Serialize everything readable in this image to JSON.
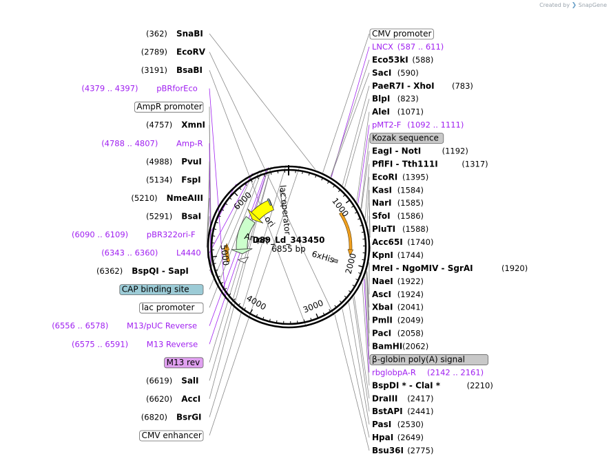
{
  "credit": {
    "created_by": "Created by",
    "brand": "SnapGene"
  },
  "plasmid": {
    "name": "D89_Ld_343450",
    "length_text": "6855 bp",
    "length_bp": 6855
  },
  "ticks": [
    {
      "bp": 1000,
      "label": "1000"
    },
    {
      "bp": 2000,
      "label": "2000"
    },
    {
      "bp": 3000,
      "label": "3000"
    },
    {
      "bp": 4000,
      "label": "4000"
    },
    {
      "bp": 5000,
      "label": "5000"
    },
    {
      "bp": 6000,
      "label": "6000"
    }
  ],
  "labels": [
    {
      "pos": "(362)",
      "name": "SnaBI",
      "bp": 362,
      "type": "site",
      "side": "L"
    },
    {
      "text": "CMV promoter",
      "bp": 470,
      "type": "feature",
      "side": "R"
    },
    {
      "name": "LNCX",
      "pos": "(587 .. 611)",
      "bp": 599,
      "type": "primer",
      "side": "R"
    },
    {
      "name": "Eco53kI",
      "pos": "(588)",
      "bp": 588,
      "type": "site",
      "side": "R"
    },
    {
      "name": "SacI",
      "pos": "(590)",
      "bp": 590,
      "type": "site",
      "side": "R"
    },
    {
      "names": [
        "PaeR7I",
        "XhoI"
      ],
      "pos": "(783)",
      "bp": 783,
      "type": "site",
      "side": "R"
    },
    {
      "name": "BlpI",
      "pos": "(823)",
      "bp": 823,
      "type": "site",
      "side": "R"
    },
    {
      "name": "AleI",
      "pos": "(1071)",
      "bp": 1071,
      "type": "site",
      "side": "R"
    },
    {
      "name": "pMT2-F",
      "pos": "(1092 .. 1111)",
      "bp": 1101,
      "type": "primer",
      "side": "R"
    },
    {
      "text": "Kozak sequence",
      "bp": 1180,
      "type": "feature",
      "style": "gray",
      "side": "R"
    },
    {
      "names": [
        "EagI",
        "NotI"
      ],
      "pos": "(1192)",
      "bp": 1192,
      "type": "site",
      "side": "R"
    },
    {
      "names": [
        "PflFI",
        "Tth111I"
      ],
      "pos": "(1317)",
      "bp": 1317,
      "type": "site",
      "side": "R"
    },
    {
      "name": "EcoRI",
      "pos": "(1395)",
      "bp": 1395,
      "type": "site",
      "side": "R"
    },
    {
      "name": "KasI",
      "pos": "(1584)",
      "bp": 1584,
      "type": "site",
      "side": "R"
    },
    {
      "name": "NarI",
      "pos": "(1585)",
      "bp": 1585,
      "type": "site",
      "side": "R"
    },
    {
      "name": "SfoI",
      "pos": "(1586)",
      "bp": 1586,
      "type": "site",
      "side": "R"
    },
    {
      "name": "PluTI",
      "pos": "(1588)",
      "bp": 1588,
      "type": "site",
      "side": "R"
    },
    {
      "name": "Acc65I",
      "pos": "(1740)",
      "bp": 1740,
      "type": "site",
      "side": "R"
    },
    {
      "name": "KpnI",
      "pos": "(1744)",
      "bp": 1744,
      "type": "site",
      "side": "R"
    },
    {
      "names": [
        "MreI",
        "NgoMIV",
        "SgrAI"
      ],
      "pos": "(1920)",
      "bp": 1920,
      "type": "site",
      "side": "R"
    },
    {
      "name": "NaeI",
      "pos": "(1922)",
      "bp": 1922,
      "type": "site",
      "side": "R"
    },
    {
      "name": "AscI",
      "pos": "(1924)",
      "bp": 1924,
      "type": "site",
      "side": "R"
    },
    {
      "name": "XbaI",
      "pos": "(2041)",
      "bp": 2041,
      "type": "site",
      "side": "R"
    },
    {
      "name": "PmlI",
      "pos": "(2049)",
      "bp": 2049,
      "type": "site",
      "side": "R"
    },
    {
      "name": "PacI",
      "pos": "(2058)",
      "bp": 2058,
      "type": "site",
      "side": "R"
    },
    {
      "name": "BamHI",
      "pos": "(2062)",
      "bp": 2062,
      "type": "site",
      "side": "R"
    },
    {
      "text": "β-globin poly(A) signal",
      "bp": 2120,
      "type": "feature",
      "style": "gray",
      "side": "R"
    },
    {
      "name": "rbglobpA-R",
      "pos": "(2142 .. 2161)",
      "bp": 2151,
      "type": "primer",
      "side": "R"
    },
    {
      "names": [
        "BspDI *",
        "ClaI *"
      ],
      "pos": "(2210)",
      "bp": 2210,
      "type": "site",
      "side": "R"
    },
    {
      "name": "DraIII",
      "pos": "(2417)",
      "bp": 2417,
      "type": "site",
      "side": "R"
    },
    {
      "name": "BstAPI",
      "pos": "(2441)",
      "bp": 2441,
      "type": "site",
      "side": "R"
    },
    {
      "name": "PasI",
      "pos": "(2530)",
      "bp": 2530,
      "type": "site",
      "side": "R"
    },
    {
      "name": "HpaI",
      "pos": "(2649)",
      "bp": 2649,
      "type": "site",
      "side": "R"
    },
    {
      "name": "Bsu36I",
      "pos": "(2775)",
      "bp": 2775,
      "type": "site",
      "side": "R"
    },
    {
      "pos": "(2789)",
      "name": "EcoRV",
      "bp": 2789,
      "type": "site",
      "side": "L"
    },
    {
      "pos": "(3191)",
      "name": "BsaBI",
      "bp": 3191,
      "type": "site",
      "side": "L"
    },
    {
      "name": "pBRforEco",
      "pos": "(4379 .. 4397)",
      "bp": 4388,
      "type": "primer",
      "side": "L"
    },
    {
      "text": "AmpR promoter",
      "bp": 4780,
      "type": "feature",
      "side": "L"
    },
    {
      "pos": "(4757)",
      "name": "XmnI",
      "bp": 4757,
      "type": "site",
      "side": "L"
    },
    {
      "name": "Amp-R",
      "pos": "(4788 .. 4807)",
      "bp": 4797,
      "type": "primer",
      "side": "L"
    },
    {
      "pos": "(4988)",
      "name": "PvuI",
      "bp": 4988,
      "type": "site",
      "side": "L"
    },
    {
      "pos": "(5134)",
      "name": "FspI",
      "bp": 5134,
      "type": "site",
      "side": "L"
    },
    {
      "pos": "(5210)",
      "name": "NmeAIII",
      "bp": 5210,
      "type": "site",
      "side": "L"
    },
    {
      "pos": "(5291)",
      "name": "BsaI",
      "bp": 5291,
      "type": "site",
      "side": "L"
    },
    {
      "name": "pBR322ori-F",
      "pos": "(6090 .. 6109)",
      "bp": 6099,
      "type": "primer",
      "side": "L"
    },
    {
      "name": "L4440",
      "pos": "(6343 .. 6360)",
      "bp": 6351,
      "type": "primer",
      "side": "L"
    },
    {
      "pos": "(6362)",
      "names": [
        "BspQI",
        "SapI"
      ],
      "bp": 6362,
      "type": "site",
      "side": "L"
    },
    {
      "text": "CAP binding site",
      "bp": 6455,
      "type": "feature",
      "style": "teal",
      "side": "L"
    },
    {
      "text": "lac promoter",
      "bp": 6500,
      "type": "feature",
      "side": "L"
    },
    {
      "name": "M13/pUC Reverse",
      "pos": "(6556 .. 6578)",
      "bp": 6567,
      "type": "primer",
      "side": "L"
    },
    {
      "name": "M13 Reverse",
      "pos": "(6575 .. 6591)",
      "bp": 6583,
      "type": "primer",
      "side": "L"
    },
    {
      "text": "M13 rev",
      "bp": 6583,
      "type": "feature",
      "style": "violet",
      "side": "L"
    },
    {
      "pos": "(6619)",
      "name": "SalI",
      "bp": 6619,
      "type": "site",
      "side": "L"
    },
    {
      "pos": "(6620)",
      "name": "AccI",
      "bp": 6620,
      "type": "site",
      "side": "L"
    },
    {
      "pos": "(6820)",
      "name": "BsrGI",
      "bp": 6820,
      "type": "site",
      "side": "L"
    },
    {
      "text": "CMV enhancer",
      "bp": 150,
      "type": "feature",
      "side": "L"
    }
  ],
  "inner_features": [
    {
      "name": "ori",
      "label": "ori",
      "start": 5850,
      "end": 6440,
      "strand": -1,
      "color": "#ffff00"
    },
    {
      "name": "AmpR",
      "label": "AmpR",
      "start": 4980,
      "end": 5820,
      "strand": -1,
      "color": "#ccffcc"
    },
    {
      "name": "AmpR promoter",
      "label": "",
      "start": 4760,
      "end": 4870,
      "strand": -1,
      "color": "#ffffff"
    },
    {
      "name": "lac operator",
      "label": "lac operator",
      "start": 6690,
      "end": 6800,
      "strand": 1,
      "color": "#ffffff"
    },
    {
      "name": "CAP binding site",
      "label": "",
      "start": 6400,
      "end": 6430,
      "strand": 0,
      "color": "#99ccdd"
    },
    {
      "name": "6xHis",
      "label": "6xHis",
      "start": 2000,
      "end": 2060,
      "strand": 0,
      "color": "#b0b0b0"
    }
  ],
  "outer_arrows": [
    {
      "name": "CMV promoter region",
      "start": 1080,
      "end": 1870,
      "color": "#f0a020"
    },
    {
      "name": "AmpR promoter region",
      "start": 4880,
      "end": 5200,
      "color": "#f0a020"
    }
  ]
}
